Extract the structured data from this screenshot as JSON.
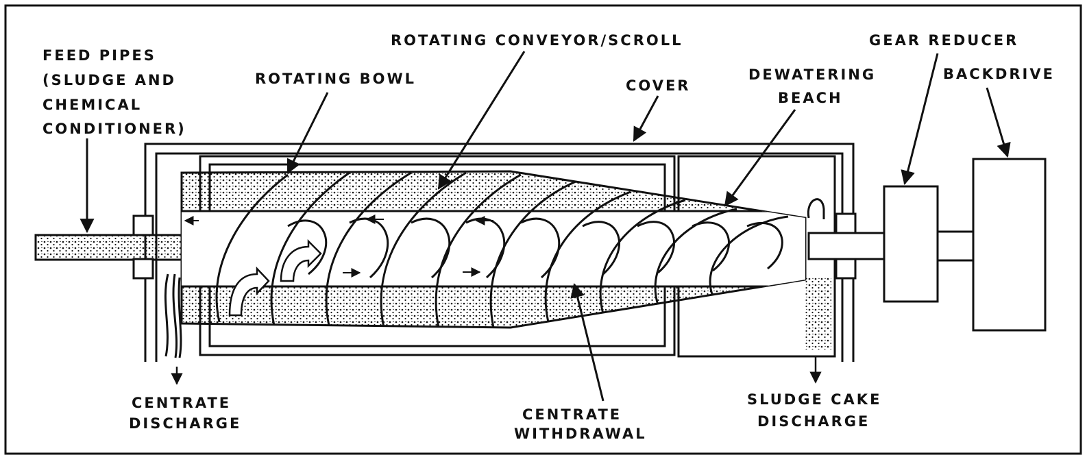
{
  "labels": {
    "feed_pipes": [
      "FEED PIPES",
      "(SLUDGE AND",
      "CHEMICAL",
      "CONDITIONER)"
    ],
    "rotating_bowl": "ROTATING BOWL",
    "rotating_conveyor": "ROTATING CONVEYOR/SCROLL",
    "cover": "COVER",
    "dewatering_beach": [
      "DEWATERING",
      "BEACH"
    ],
    "gear_reducer": "GEAR REDUCER",
    "backdrive": "BACKDRIVE",
    "centrate_discharge": [
      "CENTRATE",
      "DISCHARGE"
    ],
    "centrate_withdrawal": [
      "CENTRATE",
      "WITHDRAWAL"
    ],
    "sludge_cake_discharge": [
      "SLUDGE CAKE",
      "DISCHARGE"
    ]
  },
  "colors": {
    "ink": "#111111",
    "background": "#ffffff"
  }
}
